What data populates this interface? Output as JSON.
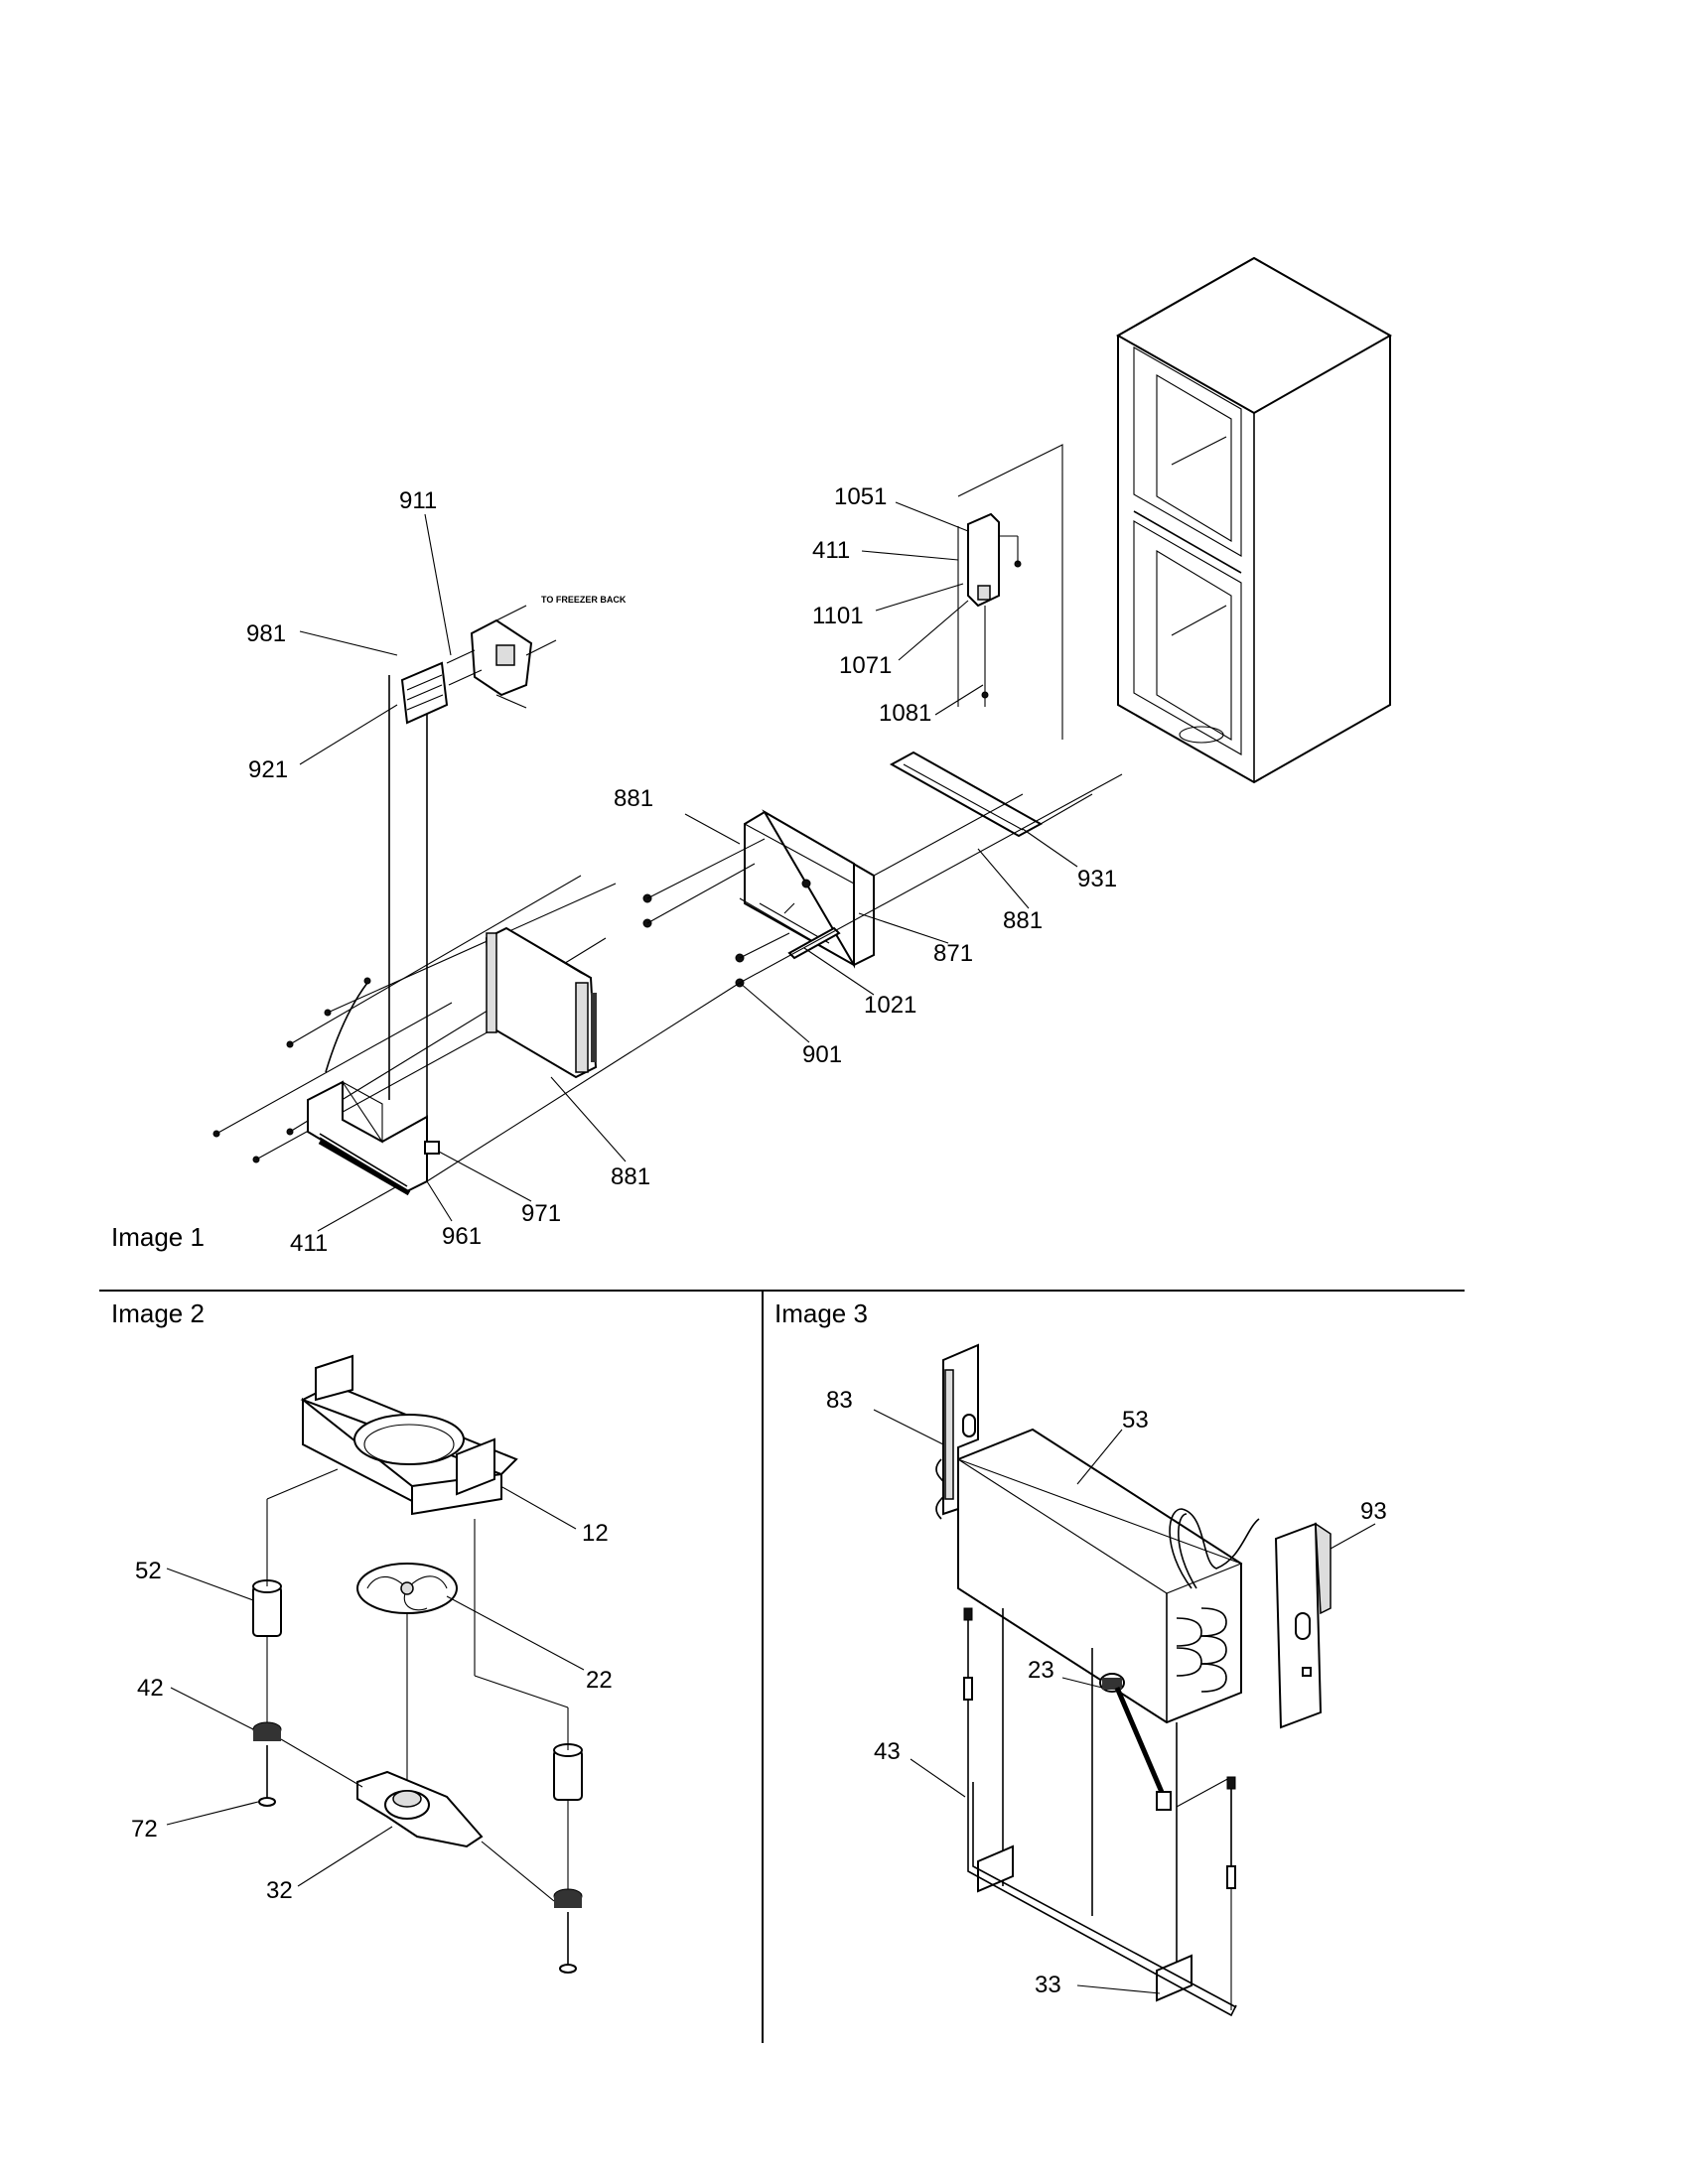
{
  "panels": {
    "image1": {
      "title": "Image 1",
      "note": "TO FREEZER BACK"
    },
    "image2": {
      "title": "Image 2"
    },
    "image3": {
      "title": "Image 3"
    }
  },
  "callouts": {
    "p1": {
      "c911": "911",
      "c981": "981",
      "c921": "921",
      "c1051": "1051",
      "c411a": "411",
      "c1101": "1101",
      "c1071": "1071",
      "c1081": "1081",
      "c881a": "881",
      "c931": "931",
      "c881b": "881",
      "c871": "871",
      "c1021": "1021",
      "c901": "901",
      "c881c": "881",
      "c971": "971",
      "c961": "961",
      "c411b": "411"
    },
    "p2": {
      "c52": "52",
      "c12": "12",
      "c22": "22",
      "c42": "42",
      "c72": "72",
      "c32": "32"
    },
    "p3": {
      "c83": "83",
      "c53": "53",
      "c93": "93",
      "c23": "23",
      "c43": "43",
      "c33": "33"
    }
  }
}
